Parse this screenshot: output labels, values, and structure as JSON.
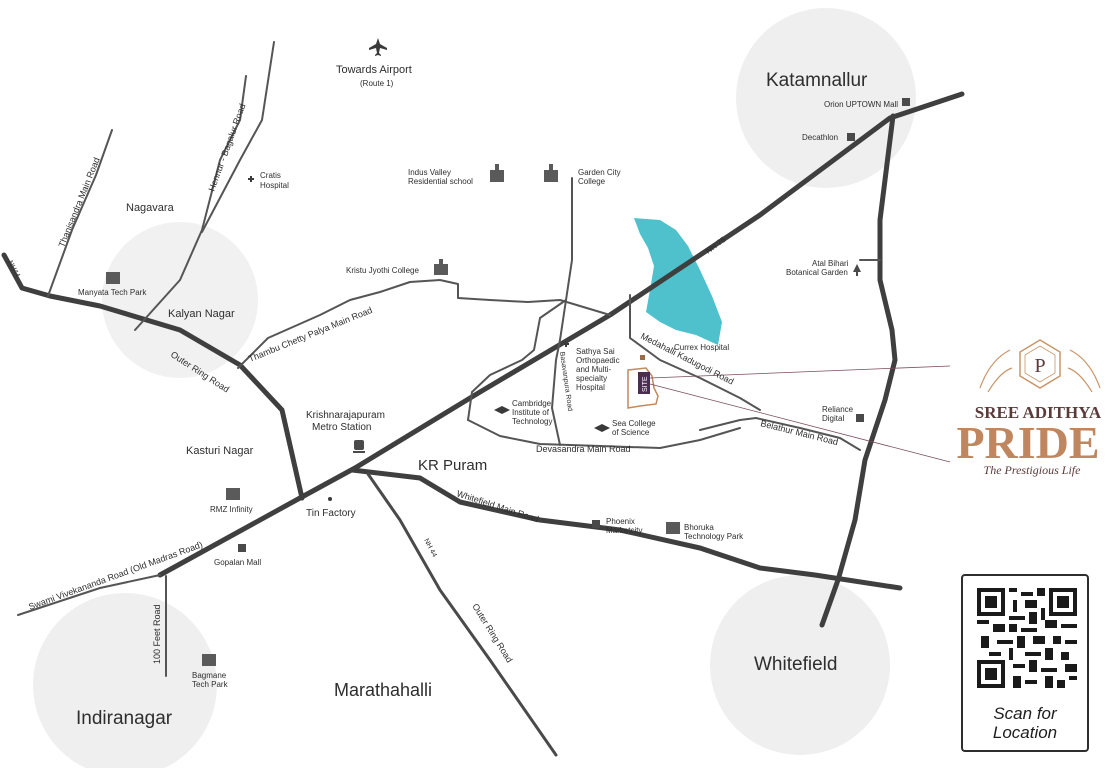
{
  "colors": {
    "road": "#3f3f3f",
    "lake": "#4ec1cc",
    "circle": "#efefef",
    "site": "#4a2e4f",
    "brand_gold": "#b8845f",
    "brand_dark": "#5b3a3a"
  },
  "zones": {
    "katamnallur": "Katamnallur",
    "whitefield": "Whitefield",
    "indiranagar": "Indiranagar"
  },
  "areas": {
    "nagavara": "Nagavara",
    "kalyan_nagar": "Kalyan Nagar",
    "kasturi_nagar": "Kasturi Nagar",
    "kr_puram": "KR Puram",
    "marathahalli": "Marathahalli"
  },
  "airport": {
    "title": "Towards Airport",
    "subtitle": "(Route 1)",
    "icon": "airplane-icon"
  },
  "roads": {
    "thanisandra": "Thanisandra Main Road",
    "hennur": "Hennur - Bagalur Road",
    "nh44_top": "NH44",
    "nh44_bottom": "NH 44",
    "nh75": "NH 75",
    "outer_ring_top": "Outer Ring Road",
    "outer_ring_bottom": "Outer Ring Road",
    "thambu": "Thambu Chetty Palya Main Road",
    "medahalli": "Medahalli Kadugodi Road",
    "basavanpura": "Basavanpura Road",
    "devasandra": "Devasandra Main Road",
    "belathur": "Belathur Main Road",
    "whitefield_main": "Whitefield Main Road",
    "swami_vivekananda": "Swami Vivekananda Road (Old Madras Road)",
    "feet100": "100 Feet Road"
  },
  "landmarks": {
    "cratis": [
      "Cratis",
      "Hospital"
    ],
    "indus_valley": [
      "Indus Valley",
      "Residential school"
    ],
    "garden_city": [
      "Garden City",
      "College"
    ],
    "manyata": [
      "Manyata Tech Park"
    ],
    "kristu": [
      "Kristu Jyothi College"
    ],
    "orion": [
      "Orion UPTOWN Mall"
    ],
    "decathlon": [
      "Decathlon"
    ],
    "atal": [
      "Atal Bihari",
      "Botanical Garden"
    ],
    "currex": [
      "Currex Hospital"
    ],
    "sathya": [
      "Sathya Sai",
      "Orthopaedic",
      "and Multi-",
      "specialty",
      "Hospital"
    ],
    "cambridge": [
      "Cambridge",
      "Institute of",
      "Technology"
    ],
    "sea": [
      "Sea College",
      "of Science"
    ],
    "reliance": [
      "Reliance",
      "Digital"
    ],
    "kr_metro": [
      "Krishnarajapuram",
      "Metro Station"
    ],
    "tin_factory": [
      "Tin Factory"
    ],
    "rmz": [
      "RMZ Infinity"
    ],
    "gopalan": [
      "Gopalan Mall"
    ],
    "phoenix": [
      "Phoenix",
      "Marketcity"
    ],
    "bhoruka": [
      "Bhoruka",
      "Technology Park"
    ],
    "bagmane": [
      "Bagmane",
      "Tech Park"
    ]
  },
  "site": {
    "label": "SITE"
  },
  "brand": {
    "monogram": "P",
    "name": "SREE ADITHYA",
    "title": "PRIDE",
    "tagline": "The Prestigious Life"
  },
  "qr": {
    "caption_line1": "Scan for",
    "caption_line2": "Location",
    "icon": "qr-code-icon"
  }
}
